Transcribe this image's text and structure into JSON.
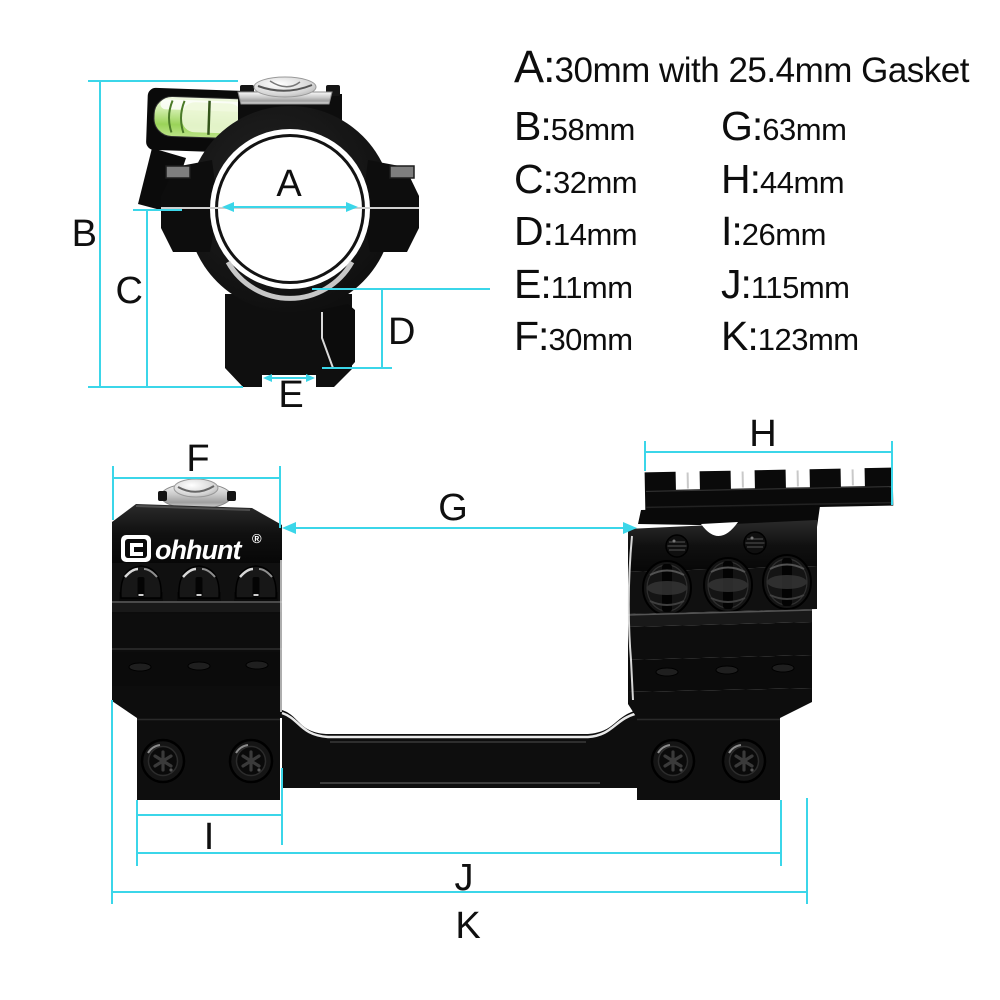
{
  "page": {
    "background": "#ffffff"
  },
  "colors": {
    "background": "#ffffff",
    "dimension_line": "#3bd6e9",
    "level_green": "#9ad359",
    "label_text": "#0f0f0f",
    "product_black": "#0d0d0d",
    "chrome_silver": "#d9d9d9",
    "brand_text": "#ffffff"
  },
  "spec_list": {
    "headline": {
      "letter": "A:",
      "value": "30mm with 25.4mm Gasket"
    },
    "left_column": [
      {
        "letter": "B:",
        "value": "58mm"
      },
      {
        "letter": "C:",
        "value": "32mm"
      },
      {
        "letter": "D:",
        "value": "14mm"
      },
      {
        "letter": "E:",
        "value": "11mm"
      },
      {
        "letter": "F:",
        "value": "30mm"
      }
    ],
    "right_column": [
      {
        "letter": "G:",
        "value": "63mm"
      },
      {
        "letter": "H:",
        "value": "44mm"
      },
      {
        "letter": "I:",
        "value": "26mm"
      },
      {
        "letter": "J:",
        "value": "115mm"
      },
      {
        "letter": "K:",
        "value": "123mm"
      }
    ]
  },
  "front_view": {
    "description": "scope ring front view with bubble level",
    "dim_labels": {
      "a": "A",
      "b": "B",
      "c": "C",
      "d": "D",
      "e": "E"
    }
  },
  "side_view": {
    "description": "one-piece scope mount side view with top picatinny rail",
    "brand": {
      "name": "ohhunt",
      "registered": "®"
    },
    "dim_labels": {
      "f": "F",
      "g": "G",
      "h": "H",
      "i": "I",
      "j": "J",
      "k": "K"
    }
  }
}
